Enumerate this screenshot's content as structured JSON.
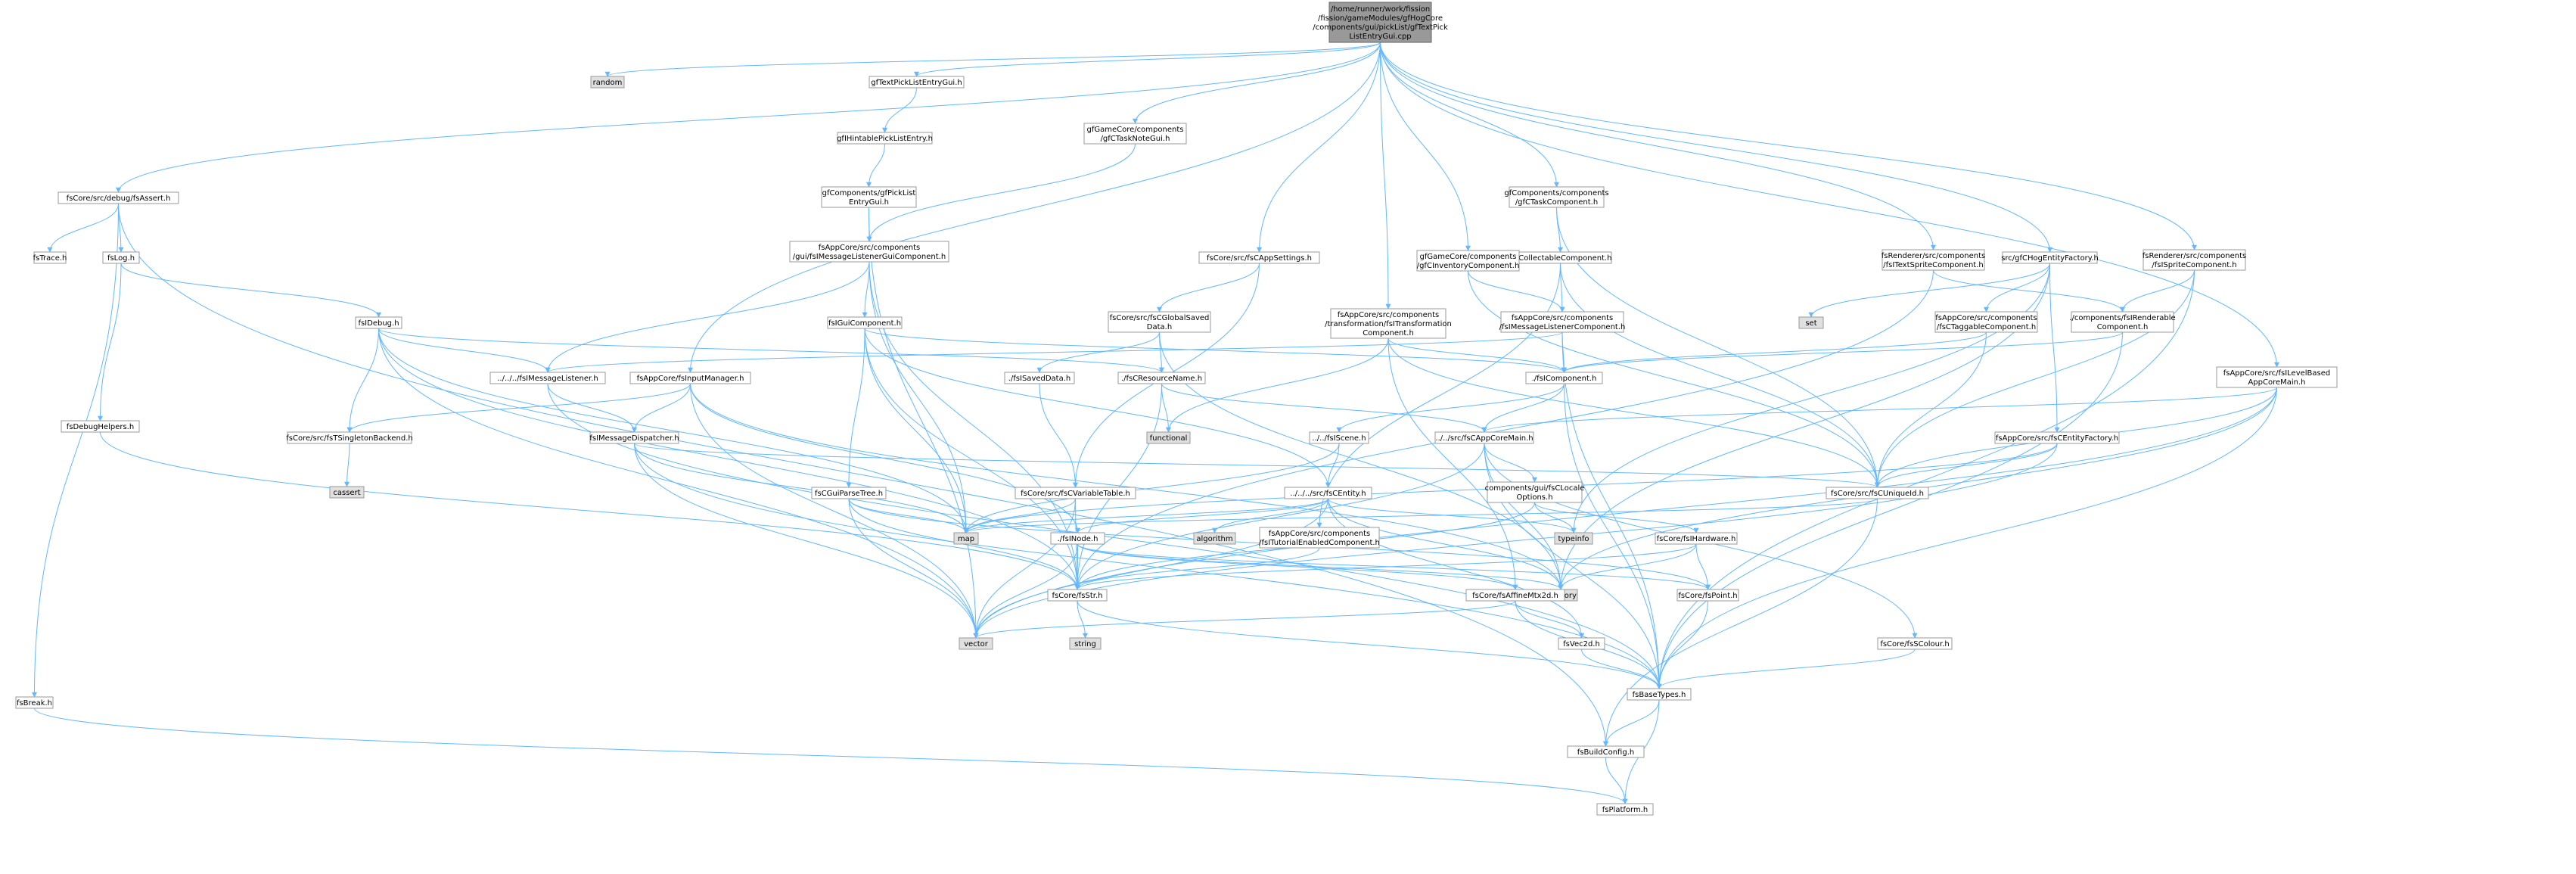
{
  "graph": {
    "type": "include-dependency-graph",
    "colors": {
      "edge": "#63b8ff",
      "node_border": "#999999",
      "system_header_fill": "#e0e0e0",
      "root_fill": "#999999"
    },
    "nodes": [
      {
        "id": "root",
        "lines": [
          "/home/runner/work/fission",
          "/fission/gameModules/gfHogCore",
          "/components/gui/pickList/gfTextPick",
          "ListEntryGui.cpp"
        ],
        "kind": "root"
      },
      {
        "id": "random",
        "lines": [
          "random"
        ],
        "kind": "system"
      },
      {
        "id": "gfTextPickListEntryGui",
        "lines": [
          "gfTextPickListEntryGui.h"
        ]
      },
      {
        "id": "gfTaskNoteGui",
        "lines": [
          "gfGameCore/components",
          "/gfCTaskNoteGui.h"
        ]
      },
      {
        "id": "fsAssert",
        "lines": [
          "fsCore/src/debug/fsAssert.h"
        ]
      },
      {
        "id": "gfIHintablePickListEntry",
        "lines": [
          "gfIHintablePickListEntry.h"
        ]
      },
      {
        "id": "gfPickListEntryGui",
        "lines": [
          "gfComponents/gfPickList",
          "EntryGui.h"
        ]
      },
      {
        "id": "gfTaskComponent",
        "lines": [
          "gfComponents/components",
          "/gfCTaskComponent.h"
        ]
      },
      {
        "id": "fsTrace",
        "lines": [
          "fsTrace.h"
        ]
      },
      {
        "id": "fsLog",
        "lines": [
          "fsLog.h"
        ]
      },
      {
        "id": "fsIMessageListenerGuiComponent",
        "lines": [
          "fsAppCore/src/components",
          "/gui/fsIMessageListenerGuiComponent.h"
        ]
      },
      {
        "id": "fsCAppSettings",
        "lines": [
          "fsCore/src/fsCAppSettings.h"
        ]
      },
      {
        "id": "gfICollectableComponent",
        "lines": [
          "gfICollectableComponent.h"
        ]
      },
      {
        "id": "gfCInventoryComponent",
        "lines": [
          "gfGameCore/components",
          "/gfCInventoryComponent.h"
        ]
      },
      {
        "id": "fsITextSpriteComponent",
        "lines": [
          "fsRenderer/src/components",
          "/fsITextSpriteComponent.h"
        ]
      },
      {
        "id": "gfCHogEntityFactory",
        "lines": [
          "src/gfCHogEntityFactory.h"
        ]
      },
      {
        "id": "fsISpriteComponent",
        "lines": [
          "fsRenderer/src/components",
          "/fsISpriteComponent.h"
        ]
      },
      {
        "id": "fsDebug",
        "lines": [
          "fsIDebug.h"
        ]
      },
      {
        "id": "fsIGuiComponent",
        "lines": [
          "fsIGuiComponent.h"
        ]
      },
      {
        "id": "fsCGlobalSavedData",
        "lines": [
          "fsCore/src/fsCGlobalSaved",
          "Data.h"
        ]
      },
      {
        "id": "fsITransformationComponent",
        "lines": [
          "fsAppCore/src/components",
          "/transformation/fsITransformation",
          "Component.h"
        ]
      },
      {
        "id": "fsIMessageListenerComponent",
        "lines": [
          "fsAppCore/src/components",
          "/fsIMessageListenerComponent.h"
        ]
      },
      {
        "id": "set",
        "lines": [
          "set"
        ],
        "kind": "system"
      },
      {
        "id": "fsCTaggableComponent",
        "lines": [
          "fsAppCore/src/components",
          "/fsCTaggableComponent.h"
        ]
      },
      {
        "id": "fsIRenderableComponent",
        "lines": [
          "./components/fsIRenderable",
          "Component.h"
        ]
      },
      {
        "id": "fsIMessageListener",
        "lines": [
          "../../../fsIMessageListener.h"
        ]
      },
      {
        "id": "fsInputManager",
        "lines": [
          "fsAppCore/fsInputManager.h"
        ]
      },
      {
        "id": "fsISavedData",
        "lines": [
          "./fsISavedData.h"
        ]
      },
      {
        "id": "fsCResourceName",
        "lines": [
          "./fsCResourceName.h"
        ]
      },
      {
        "id": "fsIComponent",
        "lines": [
          "./fsIComponent.h"
        ]
      },
      {
        "id": "fsILevelBasedAppCoreMain",
        "lines": [
          "fsAppCore/src/fsILevelBased",
          "AppCoreMain.h"
        ]
      },
      {
        "id": "fsDebugHelpers",
        "lines": [
          "fsDebugHelpers.h"
        ]
      },
      {
        "id": "fsTSingletonBackend",
        "lines": [
          "fsCore/src/fsTSingletonBackend.h"
        ]
      },
      {
        "id": "fsIMessageDispatcher",
        "lines": [
          "fsIMessageDispatcher.h"
        ]
      },
      {
        "id": "functional",
        "lines": [
          "functional"
        ],
        "kind": "system"
      },
      {
        "id": "fsIScene",
        "lines": [
          "../../fsIScene.h"
        ]
      },
      {
        "id": "fsCAppCoreMain",
        "lines": [
          "../../src/fsCAppCoreMain.h"
        ]
      },
      {
        "id": "fsCEntityFactory",
        "lines": [
          "fsAppCore/src/fsCEntityFactory.h"
        ]
      },
      {
        "id": "cassert",
        "lines": [
          "cassert"
        ],
        "kind": "system"
      },
      {
        "id": "fsCGuiParseTree",
        "lines": [
          "fsCGuiParseTree.h"
        ]
      },
      {
        "id": "fsCVariableTable",
        "lines": [
          "fsCore/src/fsCVariableTable.h"
        ]
      },
      {
        "id": "fsCEntity",
        "lines": [
          "../../../src/fsCEntity.h"
        ]
      },
      {
        "id": "fsCLocaleOptions",
        "lines": [
          "components/gui/fsCLocale",
          "Options.h"
        ]
      },
      {
        "id": "fsCUniqueId",
        "lines": [
          "fsCore/src/fsCUniqueId.h"
        ]
      },
      {
        "id": "map",
        "lines": [
          "map"
        ],
        "kind": "system"
      },
      {
        "id": "algorithm",
        "lines": [
          "algorithm"
        ],
        "kind": "system"
      },
      {
        "id": "typeinfo",
        "lines": [
          "typeinfo"
        ],
        "kind": "system"
      },
      {
        "id": "fsINode",
        "lines": [
          "./fsINode.h"
        ]
      },
      {
        "id": "fsITutorialEnabledComponent",
        "lines": [
          "fsAppCore/src/components",
          "/fsITutorialEnabledComponent.h"
        ]
      },
      {
        "id": "fsHardware",
        "lines": [
          "fsCore/fsIHardware.h"
        ]
      },
      {
        "id": "memory",
        "lines": [
          "memory"
        ],
        "kind": "system"
      },
      {
        "id": "fsStr",
        "lines": [
          "fsCore/fsStr.h"
        ]
      },
      {
        "id": "fsAffineMtx2d",
        "lines": [
          "fsCore/fsAffineMtx2d.h"
        ]
      },
      {
        "id": "fsPoint",
        "lines": [
          "fsCore/fsPoint.h"
        ]
      },
      {
        "id": "string",
        "lines": [
          "string"
        ],
        "kind": "system"
      },
      {
        "id": "vector",
        "lines": [
          "vector"
        ],
        "kind": "system"
      },
      {
        "id": "fsVec2d",
        "lines": [
          "fsVec2d.h"
        ]
      },
      {
        "id": "fsSColour",
        "lines": [
          "fsCore/fsSColour.h"
        ]
      },
      {
        "id": "fsBaseTypes",
        "lines": [
          "fsBaseTypes.h"
        ]
      },
      {
        "id": "fsBreak",
        "lines": [
          "fsBreak.h"
        ]
      },
      {
        "id": "fsBuildConfig",
        "lines": [
          "fsBuildConfig.h"
        ]
      },
      {
        "id": "fsPlatform",
        "lines": [
          "fsPlatform.h"
        ]
      }
    ],
    "edges": [
      [
        "root",
        "random"
      ],
      [
        "root",
        "gfTextPickListEntryGui"
      ],
      [
        "root",
        "gfTaskNoteGui"
      ],
      [
        "root",
        "fsAssert"
      ],
      [
        "root",
        "fsInputManager"
      ],
      [
        "root",
        "fsCAppSettings"
      ],
      [
        "root",
        "fsITransformationComponent"
      ],
      [
        "root",
        "gfTaskComponent"
      ],
      [
        "root",
        "gfCInventoryComponent"
      ],
      [
        "root",
        "fsITextSpriteComponent"
      ],
      [
        "root",
        "gfCHogEntityFactory"
      ],
      [
        "root",
        "fsISpriteComponent"
      ],
      [
        "root",
        "fsILevelBasedAppCoreMain"
      ],
      [
        "gfTextPickListEntryGui",
        "gfIHintablePickListEntry"
      ],
      [
        "gfIHintablePickListEntry",
        "gfPickListEntryGui"
      ],
      [
        "gfPickListEntryGui",
        "fsIMessageListenerGuiComponent"
      ],
      [
        "gfPickListEntryGui",
        "vector"
      ],
      [
        "gfTaskNoteGui",
        "fsIMessageListenerGuiComponent"
      ],
      [
        "fsAssert",
        "fsTrace"
      ],
      [
        "fsAssert",
        "fsLog"
      ],
      [
        "fsAssert",
        "fsBreak"
      ],
      [
        "fsAssert",
        "fsBuildConfig"
      ],
      [
        "fsLog",
        "fsDebug"
      ],
      [
        "fsLog",
        "fsDebugHelpers"
      ],
      [
        "fsDebug",
        "fsIMessageListener"
      ],
      [
        "fsDebug",
        "fsCResourceName"
      ],
      [
        "fsDebug",
        "fsTSingletonBackend"
      ],
      [
        "fsDebug",
        "fsStr"
      ],
      [
        "fsDebug",
        "vector"
      ],
      [
        "fsDebug",
        "map"
      ],
      [
        "fsDebugHelpers",
        "fsStr"
      ],
      [
        "fsTSingletonBackend",
        "cassert"
      ],
      [
        "fsIMessageListenerGuiComponent",
        "fsIGuiComponent"
      ],
      [
        "fsIMessageListenerGuiComponent",
        "fsIMessageListener"
      ],
      [
        "fsIMessageListenerGuiComponent",
        "map"
      ],
      [
        "fsIMessageListenerGuiComponent",
        "fsStr"
      ],
      [
        "fsIGuiComponent",
        "fsIComponent"
      ],
      [
        "fsIGuiComponent",
        "fsCGuiParseTree"
      ],
      [
        "fsIGuiComponent",
        "fsCEntity"
      ],
      [
        "fsIGuiComponent",
        "map"
      ],
      [
        "fsIGuiComponent",
        "fsStr"
      ],
      [
        "fsCAppSettings",
        "fsCGlobalSavedData"
      ],
      [
        "fsCAppSettings",
        "fsCVariableTable"
      ],
      [
        "fsCGlobalSavedData",
        "fsISavedData"
      ],
      [
        "fsCGlobalSavedData",
        "fsCResourceName"
      ],
      [
        "fsCGlobalSavedData",
        "memory"
      ],
      [
        "fsISavedData",
        "fsCVariableTable"
      ],
      [
        "fsITransformationComponent",
        "fsIComponent"
      ],
      [
        "fsITransformationComponent",
        "functional"
      ],
      [
        "fsITransformationComponent",
        "fsAffineMtx2d"
      ],
      [
        "fsITransformationComponent",
        "fsCUniqueId"
      ],
      [
        "gfTaskComponent",
        "gfICollectableComponent"
      ],
      [
        "gfTaskComponent",
        "fsCUniqueId"
      ],
      [
        "gfICollectableComponent",
        "fsIMessageListenerComponent"
      ],
      [
        "gfICollectableComponent",
        "fsITutorialEnabledComponent"
      ],
      [
        "gfICollectableComponent",
        "fsCUniqueId"
      ],
      [
        "gfCInventoryComponent",
        "fsIMessageListenerComponent"
      ],
      [
        "gfCInventoryComponent",
        "fsCUniqueId"
      ],
      [
        "fsIMessageListenerComponent",
        "fsIComponent"
      ],
      [
        "fsIMessageListenerComponent",
        "fsIMessageListener"
      ],
      [
        "fsIMessageListenerComponent",
        "fsBaseTypes"
      ],
      [
        "fsITextSpriteComponent",
        "fsIRenderableComponent"
      ],
      [
        "fsITextSpriteComponent",
        "fsStr"
      ],
      [
        "gfCHogEntityFactory",
        "set"
      ],
      [
        "gfCHogEntityFactory",
        "fsCTaggableComponent"
      ],
      [
        "gfCHogEntityFactory",
        "fsCEntityFactory"
      ],
      [
        "gfCHogEntityFactory",
        "typeinfo"
      ],
      [
        "gfCHogEntityFactory",
        "memory"
      ],
      [
        "fsCTaggableComponent",
        "fsIComponent"
      ],
      [
        "fsCTaggableComponent",
        "fsCUniqueId"
      ],
      [
        "fsISpriteComponent",
        "fsIRenderableComponent"
      ],
      [
        "fsISpriteComponent",
        "fsCUniqueId"
      ],
      [
        "fsISpriteComponent",
        "fsBaseTypes"
      ],
      [
        "fsIRenderableComponent",
        "fsIComponent"
      ],
      [
        "fsIRenderableComponent",
        "fsBaseTypes"
      ],
      [
        "fsIMessageListener",
        "fsIMessageDispatcher"
      ],
      [
        "fsIMessageListener",
        "fsBaseTypes"
      ],
      [
        "fsInputManager",
        "fsTSingletonBackend"
      ],
      [
        "fsInputManager",
        "fsIMessageDispatcher"
      ],
      [
        "fsInputManager",
        "fsINode"
      ],
      [
        "fsInputManager",
        "vector"
      ],
      [
        "fsInputManager",
        "memory"
      ],
      [
        "fsIMessageDispatcher",
        "fsCUniqueId"
      ],
      [
        "fsIMessageDispatcher",
        "map"
      ],
      [
        "fsIMessageDispatcher",
        "vector"
      ],
      [
        "fsIMessageDispatcher",
        "fsBaseTypes"
      ],
      [
        "fsCResourceName",
        "functional"
      ],
      [
        "fsCResourceName",
        "fsCAppCoreMain"
      ],
      [
        "fsCResourceName",
        "fsStr"
      ],
      [
        "fsIComponent",
        "fsIScene"
      ],
      [
        "fsIComponent",
        "fsCAppCoreMain"
      ],
      [
        "fsIComponent",
        "fsBaseTypes"
      ],
      [
        "fsILevelBasedAppCoreMain",
        "fsCAppCoreMain"
      ],
      [
        "fsILevelBasedAppCoreMain",
        "fsCUniqueId"
      ],
      [
        "fsILevelBasedAppCoreMain",
        "vector"
      ],
      [
        "fsILevelBasedAppCoreMain",
        "memory"
      ],
      [
        "fsILevelBasedAppCoreMain",
        "fsBaseTypes"
      ],
      [
        "fsIScene",
        "fsCEntity"
      ],
      [
        "fsIScene",
        "map"
      ],
      [
        "fsCAppCoreMain",
        "fsCLocaleOptions"
      ],
      [
        "fsCAppCoreMain",
        "fsSColour"
      ],
      [
        "fsCAppCoreMain",
        "fsStr"
      ],
      [
        "fsCAppCoreMain",
        "memory"
      ],
      [
        "fsCAppCoreMain",
        "fsBaseTypes"
      ],
      [
        "fsCEntityFactory",
        "fsCUniqueId"
      ],
      [
        "fsCEntityFactory",
        "map"
      ],
      [
        "fsCEntityFactory",
        "vector"
      ],
      [
        "fsCGuiParseTree",
        "map"
      ],
      [
        "fsCGuiParseTree",
        "fsStr"
      ],
      [
        "fsCGuiParseTree",
        "vector"
      ],
      [
        "fsCGuiParseTree",
        "fsPoint"
      ],
      [
        "fsCVariableTable",
        "map"
      ],
      [
        "fsCVariableTable",
        "fsStr"
      ],
      [
        "fsCVariableTable",
        "vector"
      ],
      [
        "fsCEntity",
        "fsINode"
      ],
      [
        "fsCEntity",
        "algorithm"
      ],
      [
        "fsCEntity",
        "typeinfo"
      ],
      [
        "fsCEntity",
        "map"
      ],
      [
        "fsCEntity",
        "vector"
      ],
      [
        "fsCEntity",
        "fsVec2d"
      ],
      [
        "fsCEntity",
        "memory"
      ],
      [
        "fsCLocaleOptions",
        "fsHardware"
      ],
      [
        "fsCLocaleOptions",
        "typeinfo"
      ],
      [
        "fsCLocaleOptions",
        "fsStr"
      ],
      [
        "fsCUniqueId",
        "fsBuildConfig"
      ],
      [
        "fsCUniqueId",
        "map"
      ],
      [
        "fsINode",
        "fsAffineMtx2d"
      ],
      [
        "fsINode",
        "fsPoint"
      ],
      [
        "fsINode",
        "fsStr"
      ],
      [
        "fsINode",
        "vector"
      ],
      [
        "fsINode",
        "memory"
      ],
      [
        "fsITutorialEnabledComponent",
        "fsStr"
      ],
      [
        "fsHardware",
        "fsPoint"
      ],
      [
        "fsHardware",
        "memory"
      ],
      [
        "fsHardware",
        "fsStr"
      ],
      [
        "fsStr",
        "string"
      ],
      [
        "fsStr",
        "fsBaseTypes"
      ],
      [
        "fsAffineMtx2d",
        "fsVec2d"
      ],
      [
        "fsAffineMtx2d",
        "vector"
      ],
      [
        "fsAffineMtx2d",
        "fsBaseTypes"
      ],
      [
        "fsPoint",
        "fsBaseTypes"
      ],
      [
        "fsVec2d",
        "fsBaseTypes"
      ],
      [
        "fsSColour",
        "fsBaseTypes"
      ],
      [
        "fsBaseTypes",
        "fsBuildConfig"
      ],
      [
        "fsBaseTypes",
        "fsPlatform"
      ],
      [
        "fsBreak",
        "fsPlatform"
      ],
      [
        "fsBuildConfig",
        "fsPlatform"
      ]
    ]
  }
}
